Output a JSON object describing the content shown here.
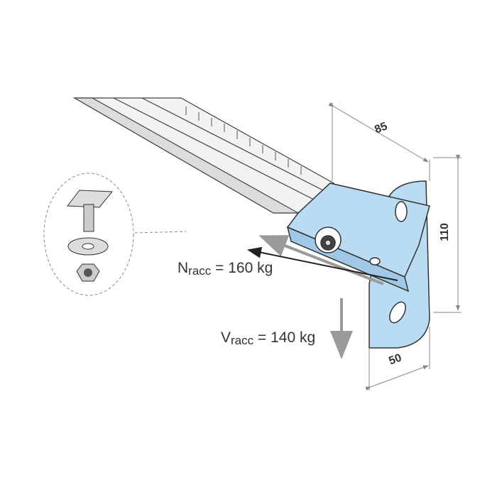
{
  "dimensions": {
    "depth": "85",
    "height": "110",
    "width": "50"
  },
  "loads": {
    "n_main": "N",
    "n_sub": "racc",
    "n_value": "= 160 kg",
    "v_main": "V",
    "v_sub": "racc",
    "v_value": "= 140 kg"
  },
  "colors": {
    "bracket": "#b9dcf2",
    "outline": "#333333",
    "rail": "#e6e6e6",
    "arrow_gray": "#9a9a9a"
  }
}
